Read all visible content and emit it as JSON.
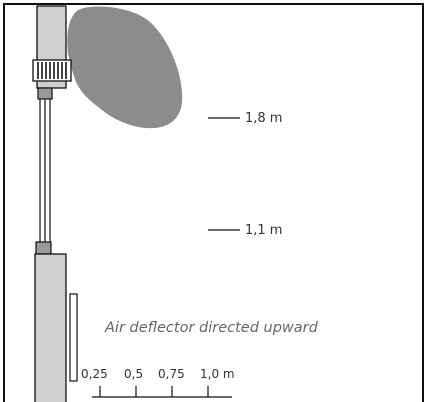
{
  "labels": {
    "height_high": "1,8 m",
    "height_low": "1,1 m",
    "caption": "Air deflector directed upward"
  },
  "distance_scale": {
    "ticks": [
      "0,25",
      "0,5",
      "0,75",
      "1,0 m"
    ]
  },
  "colors": {
    "outline": "#111111",
    "unit_body": "#cfcfcf",
    "airflow": "#8c8c8c",
    "text": "#333333",
    "caption": "#666666"
  }
}
